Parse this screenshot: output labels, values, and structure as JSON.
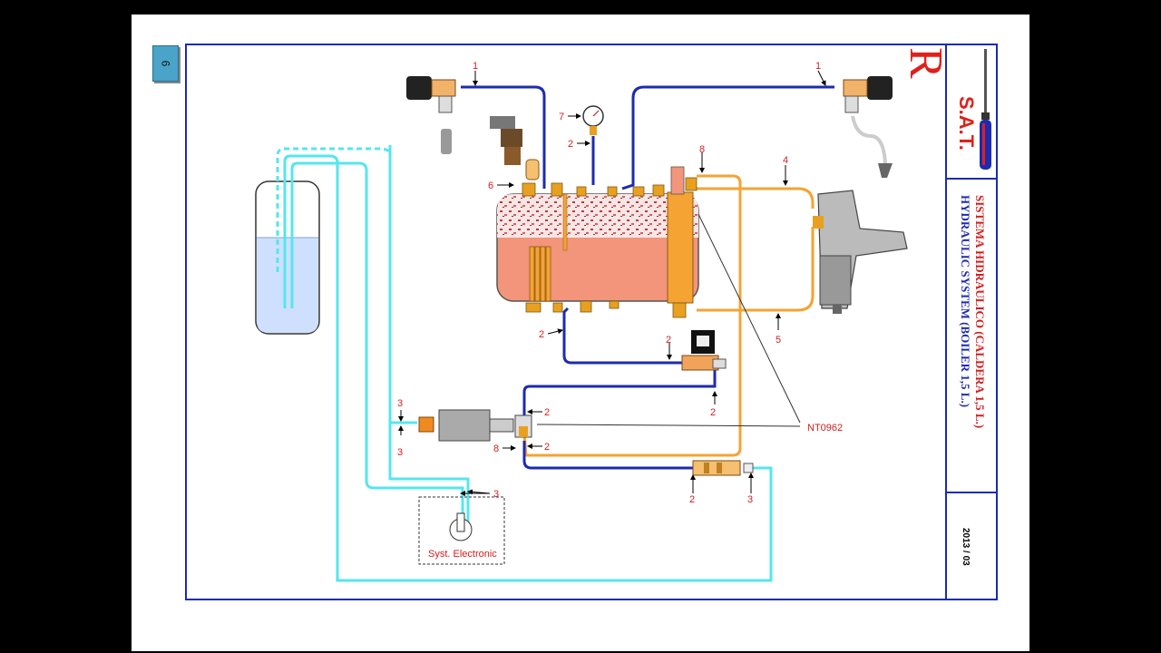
{
  "page_number": "6",
  "brand": {
    "logo_letter": "R",
    "name": "S.A.T."
  },
  "titles": {
    "spanish": "SISTEMA HIDRAULICO (CALDERA 1,5 L.)",
    "english": "HYDRAULIC SYSTEM (BOILER 1,5 L.)"
  },
  "date": "2013 / 03",
  "diagram": {
    "ref_label": "NT0962",
    "electronic_label": "Syst. Electronic",
    "callouts": {
      "steam_left": "1",
      "steam_right": "1",
      "gauge": "7",
      "gauge_pipe": "2",
      "pressostat": "6",
      "sight_tube": "8",
      "group_out": "4",
      "group_ret": "5",
      "boiler_drain": "2",
      "solenoid_in": "2",
      "solenoid_out": "2",
      "pump_top": "2",
      "pump_bottom": "2",
      "pump_left": "8",
      "water_top": "3",
      "water_bottom": "3",
      "electronic": "3",
      "filter_left": "2",
      "filter_right": "3"
    },
    "colors": {
      "cold_water": "#55e6ee",
      "pressurized": "#1c2bb0",
      "hot_water": "#f5a333",
      "boiler": "#f2957a",
      "frame": "#1c2bb0",
      "labels": "#d41c1c"
    }
  }
}
